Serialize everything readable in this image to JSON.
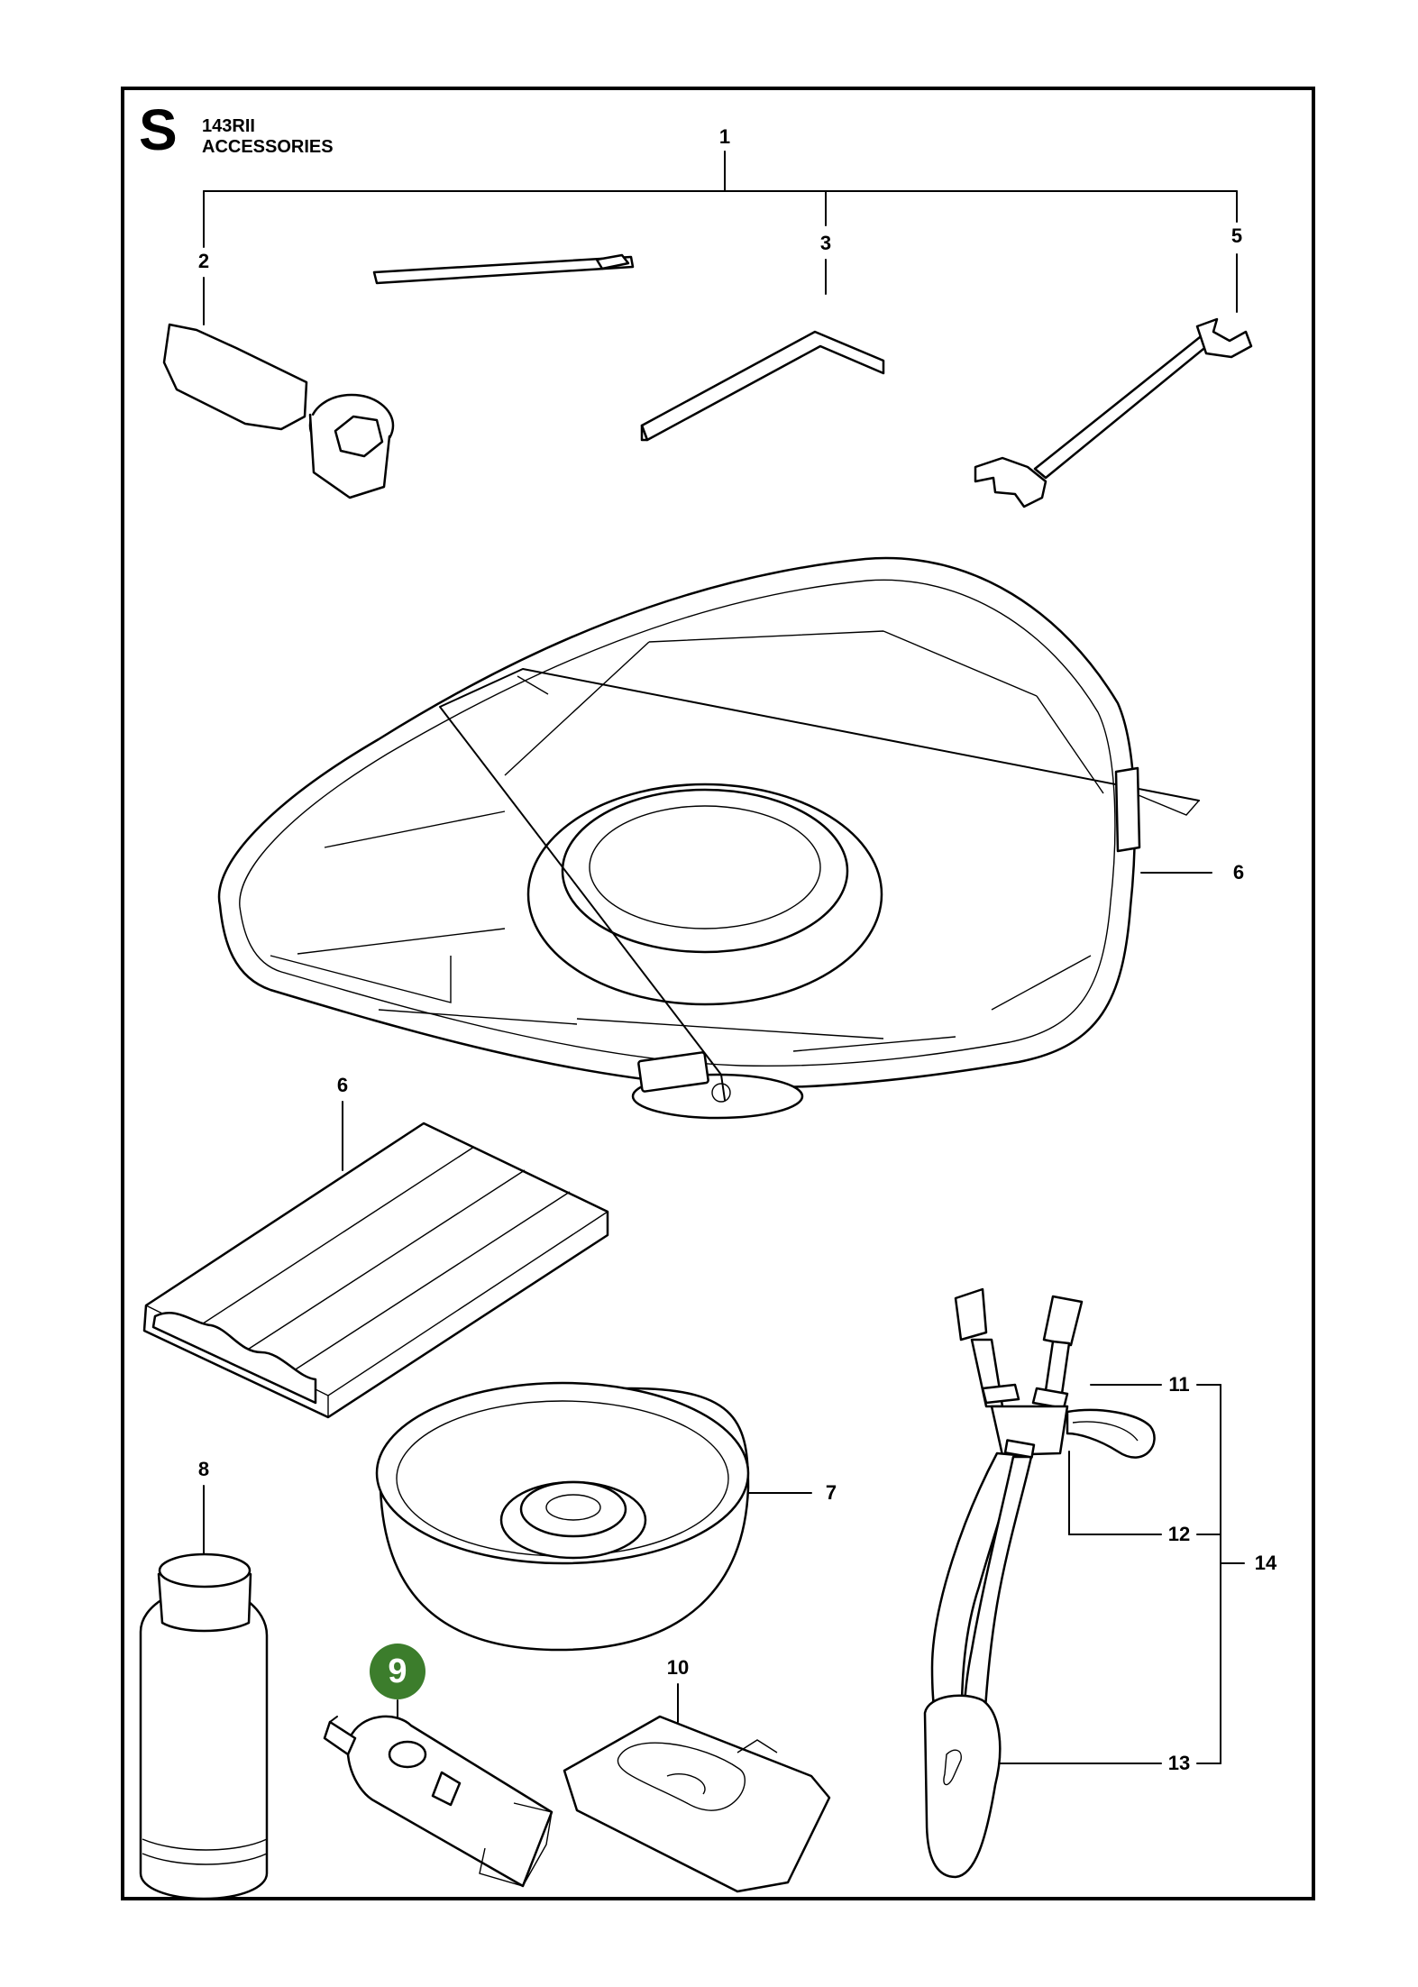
{
  "header": {
    "section_letter": "S",
    "model": "143RII",
    "category": "ACCESSORIES"
  },
  "callouts": {
    "c1": "1",
    "c2": "2",
    "c3": "3",
    "c5": "5",
    "c6a": "6",
    "c6b": "6",
    "c7": "7",
    "c8": "8",
    "c9": "9",
    "c10": "10",
    "c11": "11",
    "c12": "12",
    "c13": "13",
    "c14": "14"
  },
  "highlight_color": "#3c7d2c",
  "icons": [
    "combination-spanner-icon",
    "hex-key-icon",
    "open-end-wrench-icon",
    "trimmer-guard-icon",
    "guard-extension-icon",
    "support-cup-icon",
    "oil-bottle-icon",
    "grease-tube-icon",
    "spare-part-bag-icon",
    "harness-icon"
  ]
}
